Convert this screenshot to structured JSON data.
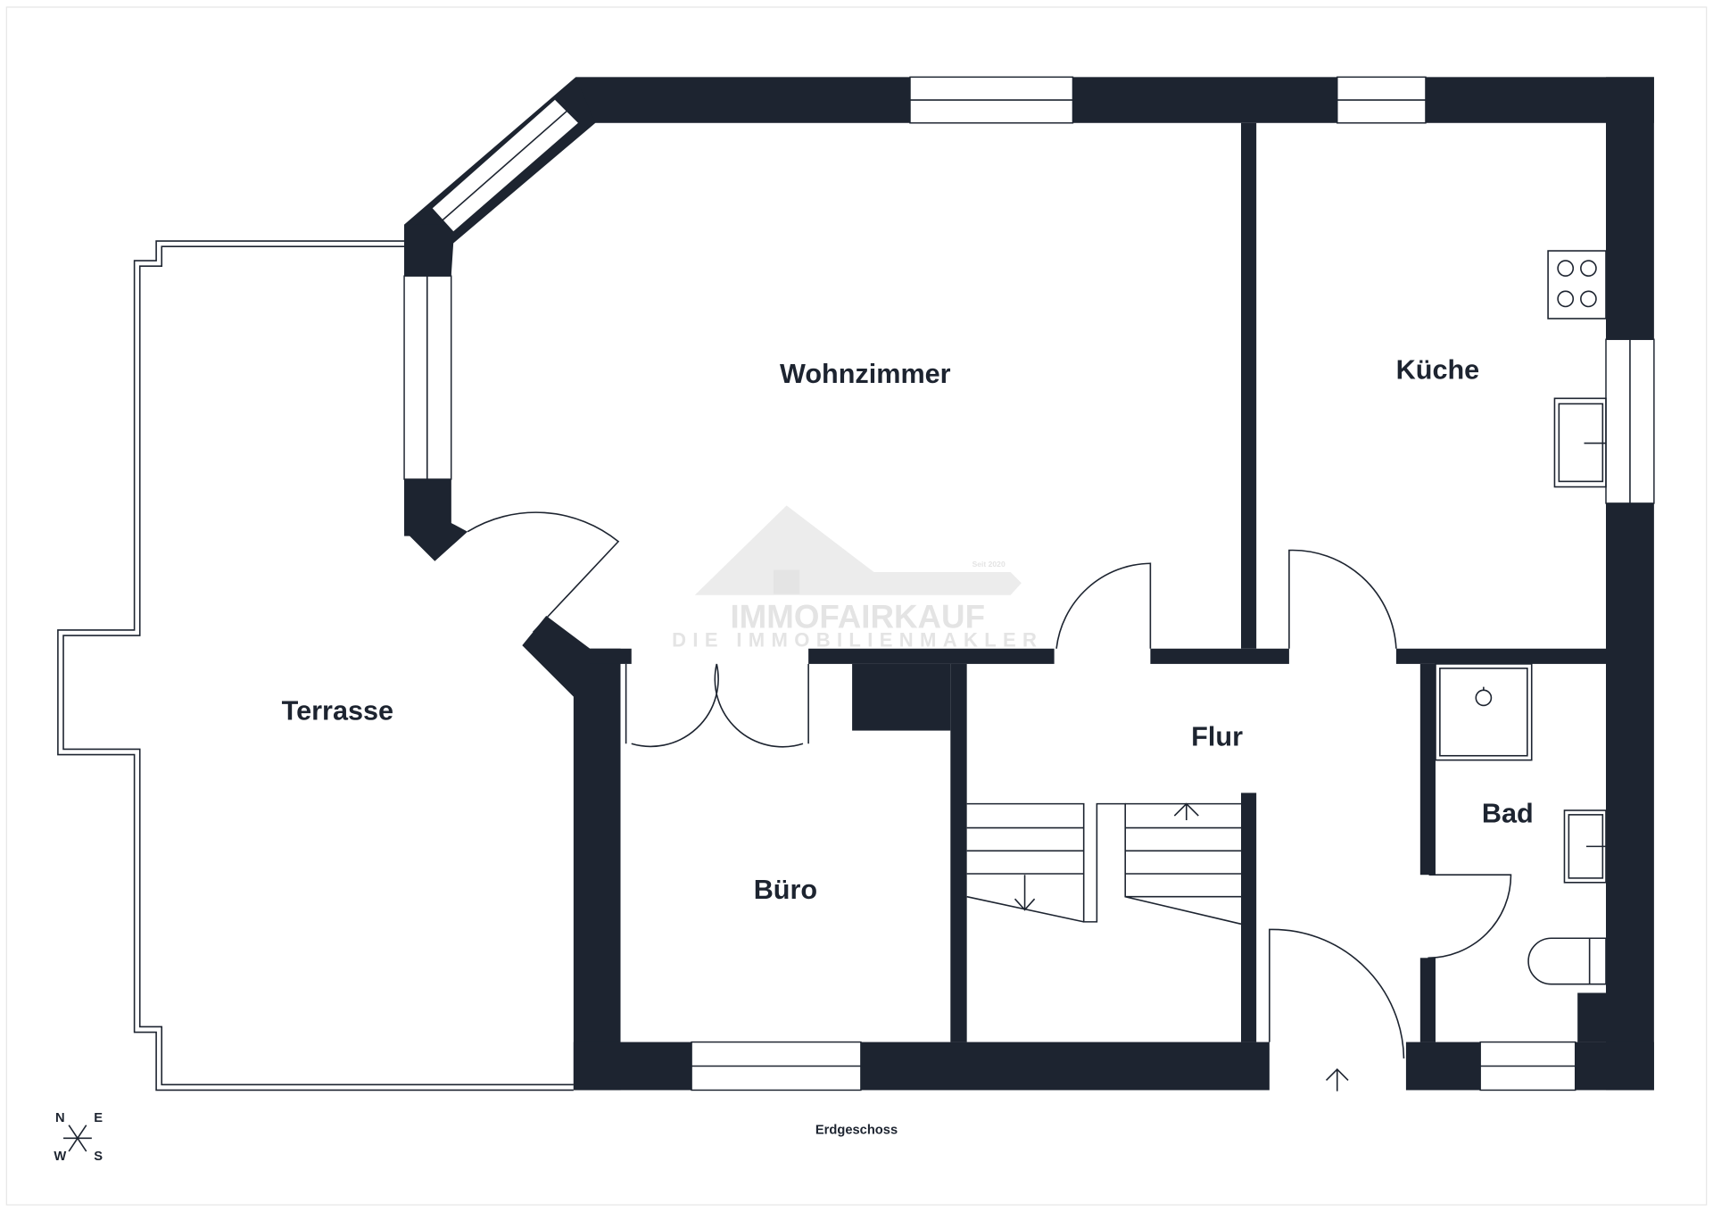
{
  "plan": {
    "floor_label": "Erdgeschoss",
    "rooms": [
      {
        "name": "Wohnzimmer"
      },
      {
        "name": "Küche"
      },
      {
        "name": "Terrasse"
      },
      {
        "name": "Flur"
      },
      {
        "name": "Büro"
      },
      {
        "name": "Bad"
      }
    ],
    "compass": {
      "n": "N",
      "e": "E",
      "w": "W",
      "s": "S"
    }
  },
  "watermark": {
    "brand": "IMMOFAIRKAUF",
    "tagline": "DIE IMMOBILIENMAKLER",
    "since": "Seit 2020"
  },
  "colors": {
    "wall": "#1d2430",
    "watermark": "#e4e4e4"
  }
}
